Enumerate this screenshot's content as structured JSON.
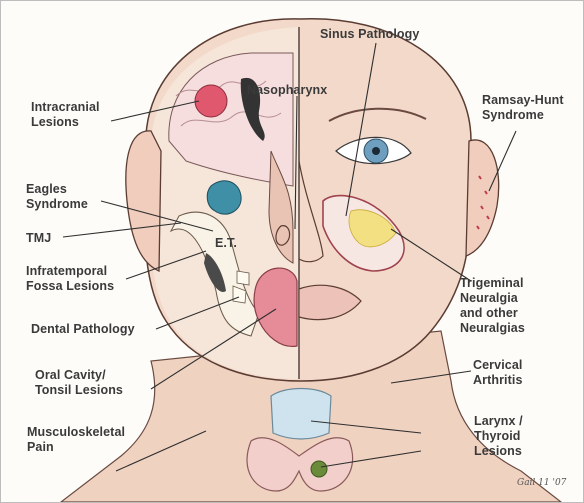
{
  "labels": {
    "sinus_pathology": "Sinus Pathology",
    "intracranial": "Intracranial\nLesions",
    "nasopharynx": "Nasopharynx",
    "ramsay_hunt": "Ramsay-Hunt\nSyndrome",
    "eagles": "Eagles\nSyndrome",
    "tmj": "TMJ",
    "et": "E.T.",
    "infratemporal": "Infratemporal\nFossa Lesions",
    "trigeminal": "Trigeminal\nNeuralgia\nand other\nNeuralgias",
    "dental": "Dental Pathology",
    "oral_cavity": "Oral Cavity/\nTonsil Lesions",
    "cervical": "Cervical\nArthritis",
    "musculoskeletal": "Musculoskeletal\nPain",
    "larynx": "Larynx /\nThyroid\nLesions"
  },
  "signature": "Gail 11 '07",
  "colors": {
    "skin": "#f3d9c9",
    "skin_shadow": "#e3b6a4",
    "line": "#2f2f2f",
    "brain": "#f0c3c4",
    "lesion": "#e0586e",
    "ear_mass": "#3f8fa6",
    "sinus": "#f2e083",
    "tongue": "#e58c98",
    "eye_iris": "#6e9fbf"
  }
}
